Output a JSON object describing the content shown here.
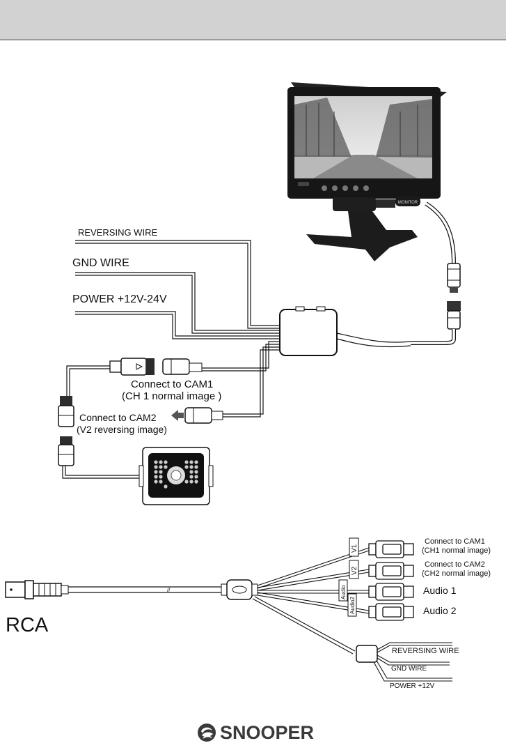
{
  "colors": {
    "header_band": "#d2d2d2",
    "ink": "#111111",
    "logo": "#3a3a3a"
  },
  "top_diagram": {
    "labels": {
      "reversing_wire": "REVERSING WIRE",
      "gnd_wire": "GND WIRE",
      "power": "POWER +12V-24V",
      "cam1_line1": "Connect to CAM1",
      "cam1_line2": "(CH 1  normal image  )",
      "cam2_line1": "Connect to CAM2",
      "cam2_line2": "(V2 reversing image)",
      "monitor_badge": "MONITOR"
    }
  },
  "rca_diagram": {
    "title": "RCA",
    "tags": {
      "v1": "V1",
      "v2": "V2",
      "audio1": "Audio",
      "audio2": "Audio2"
    },
    "outputs": {
      "cam1_line1": "Connect to CAM1",
      "cam1_line2": "(CH1 normal image)",
      "cam2_line1": "Connect to CAM2",
      "cam2_line2": "(CH2 normal image)",
      "audio1": "Audio 1",
      "audio2": "Audio 2",
      "reversing_wire": "REVERSING WIRE",
      "gnd_wire": "GND WIRE",
      "power": "POWER +12V"
    }
  },
  "footer": {
    "brand": "SNOOPER",
    "brand_icon": "snooper-swirl-logo-icon"
  }
}
